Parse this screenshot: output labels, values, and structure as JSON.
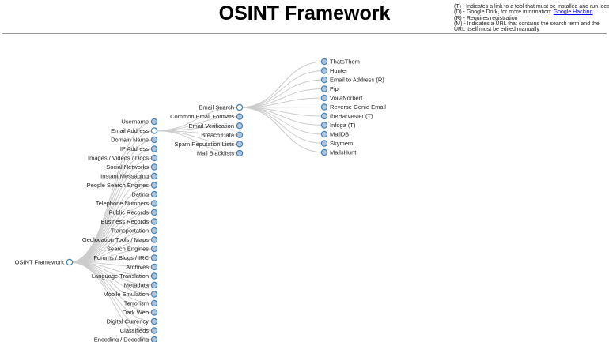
{
  "page": {
    "title": "OSINT Framework"
  },
  "legend": {
    "t": "(T) - Indicates a link to a tool that must be installed and run locally",
    "d_text": "(D) - Google Dork, for more information: ",
    "d_link": "Google Hacking",
    "r": "(R) - Requires registration",
    "m": "(M) - Indicates a URL that contains the search term and the URL itself must be edited manually"
  },
  "colors": {
    "collapsed_fill": "#b0c4de",
    "expanded_fill": "#ffffff",
    "node_stroke": "#4682b4",
    "link_stroke": "#cccccc"
  },
  "tree": {
    "root": {
      "label": "OSINT Framework"
    },
    "categories": [
      "Username",
      "Email Address",
      "Domain Name",
      "IP Address",
      "Images / Videos / Docs",
      "Social Networks",
      "Instant Messaging",
      "People Search Engines",
      "Dating",
      "Telephone Numbers",
      "Public Records",
      "Business Records",
      "Transportation",
      "Geolocation Tools / Maps",
      "Search Engines",
      "Forums / Blogs / IRC",
      "Archives",
      "Language Translation",
      "Metadata",
      "Mobile Emulation",
      "Terrorism",
      "Dark Web",
      "Digital Currency",
      "Classifieds",
      "Encoding / Decoding"
    ],
    "expanded_category": "Email Address",
    "email_children": [
      "Email Search",
      "Common Email Formats",
      "Email Verification",
      "Breach Data",
      "Spam Reputation Lists",
      "Mail Blacklists"
    ],
    "expanded_email_child": "Email Search",
    "email_search_children": [
      "ThatsThem",
      "Hunter",
      "Email to Address (R)",
      "Pipl",
      "VoilaNorbert",
      "Reverse Genie Email",
      "theHarvester (T)",
      "Infoga (T)",
      "MailDB",
      "Skymem",
      "MailsHunt"
    ]
  }
}
